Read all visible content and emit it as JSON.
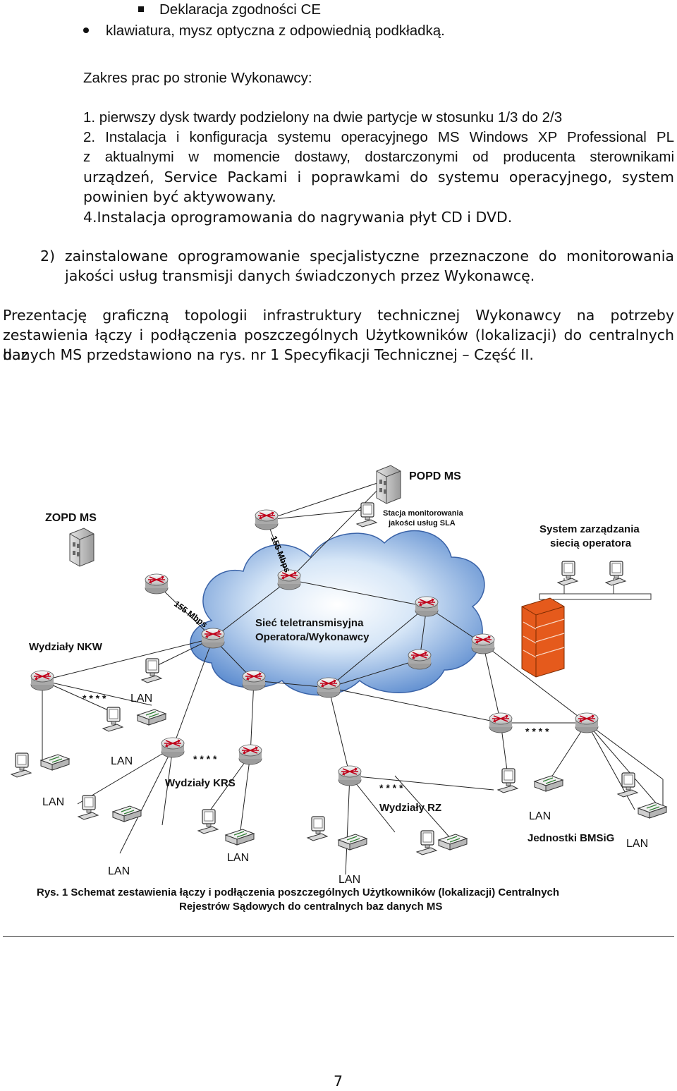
{
  "text": {
    "bullet1": "Deklaracja zgodności CE",
    "bullet2": "klawiatura, mysz optyczna z odpowiednią podkładką.",
    "zakres": "Zakres prac po stronie Wykonawcy:",
    "item1": "1. pierwszy dysk twardy podzielony na dwie partycje w stosunku 1/3 do 2/3",
    "item2_l1": "2. Instalacja i konfiguracja systemu operacyjnego MS Windows XP Professional PL",
    "item2_l2": "z aktualnymi w momencie dostawy, dostarczonymi od producenta sterownikami",
    "item2_l3": "urządzeń, Service Packami i poprawkami do systemu operacyjnego, system",
    "item2_l4": "powinien być aktywowany.",
    "item4": "4.Instalacja oprogramowania do nagrywania płyt CD i DVD.",
    "p2_l1": "2) zainstalowane oprogramowanie specjalistyczne przeznaczone do monitorowania",
    "p2_l2": "jakości usług transmisji danych świadczonych przez Wykonawcę.",
    "pres_l1": "Prezentację graficzną topologii infrastruktury technicznej Wykonawcy na potrzeby",
    "pres_l2": "zestawienia łączy i podłączenia poszczególnych Użytkowników (lokalizacji) do centralnych baz",
    "pres_l3": "danych MS przedstawiono na rys. nr 1 Specyfikacji Technicznej – Część II."
  },
  "diagram": {
    "popd": "POPD MS",
    "zopd": "ZOPD MS",
    "stacja_l1": "Stacja monitorowania",
    "stacja_l2": "jakości usług SLA",
    "system_l1": "System zarządzania",
    "system_l2": "siecią operatora",
    "siec_l1": "Sieć teletransmisyjna",
    "siec_l2": "Operatora/Wykonawcy",
    "speed1": "155 Mbps",
    "speed2": "155 Mbps",
    "wydzialy_nkw": "Wydziały NKW",
    "wydzialy_krs": "Wydziały KRS",
    "wydzialy_rz": "Wydziały RZ",
    "jednostki": "Jednostki BMSiG",
    "stars": "* * * *",
    "lan": "LAN"
  },
  "caption": {
    "l1": "Rys. 1   Schemat zestawienia łączy i  podłączenia poszczególnych Użytkowników (lokalizacji) Centralnych",
    "l2": "Rejestrów Sądowych  do  centralnych baz danych MS"
  },
  "footer": {
    "page_number": "7"
  }
}
